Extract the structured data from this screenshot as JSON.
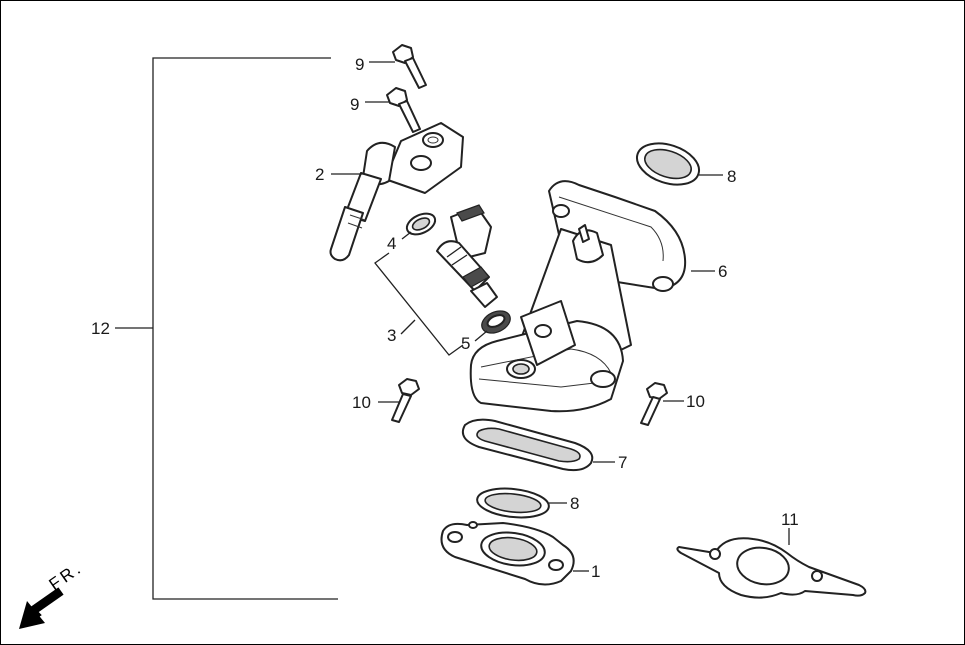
{
  "callouts": {
    "c1": "1",
    "c2": "2",
    "c3": "3",
    "c4": "4",
    "c5": "5",
    "c6": "6",
    "c7": "7",
    "c8a": "8",
    "c8b": "8",
    "c9a": "9",
    "c9b": "9",
    "c10a": "10",
    "c10b": "10",
    "c11": "11",
    "c12": "12"
  },
  "direction_label": "FR.",
  "parts": [
    {
      "ref": "1",
      "icon": "mounting-flange-icon"
    },
    {
      "ref": "2",
      "icon": "fuel-rail-icon"
    },
    {
      "ref": "3",
      "icon": "fuel-injector-icon"
    },
    {
      "ref": "4",
      "icon": "o-ring-icon"
    },
    {
      "ref": "5",
      "icon": "seal-ring-icon"
    },
    {
      "ref": "6",
      "icon": "throttle-body-icon"
    },
    {
      "ref": "7",
      "icon": "gasket-icon"
    },
    {
      "ref": "8",
      "icon": "o-ring-icon"
    },
    {
      "ref": "9",
      "icon": "bolt-icon"
    },
    {
      "ref": "10",
      "icon": "bolt-icon"
    },
    {
      "ref": "11",
      "icon": "gasket-icon"
    },
    {
      "ref": "12",
      "icon": "assembly-bracket-icon"
    }
  ],
  "colors": {
    "line": "#222222",
    "fill": "#ffffff",
    "shade": "#d4d4d4",
    "border": "#000000"
  }
}
